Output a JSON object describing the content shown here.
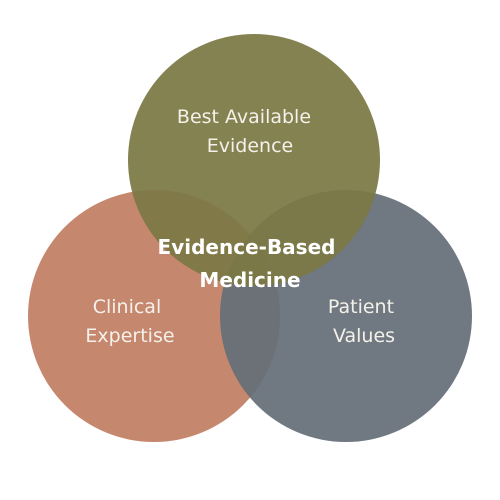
{
  "diagram": {
    "circles": [
      {
        "id": "evidence",
        "lines": [
          "Best Available",
          "Evidence"
        ],
        "color": "#7c7945"
      },
      {
        "id": "clinical",
        "lines": [
          "Clinical",
          "Expertise"
        ],
        "color": "#c27f66"
      },
      {
        "id": "patient",
        "lines": [
          "Patient",
          "Values"
        ],
        "color": "#656e77"
      }
    ],
    "center": {
      "lines": [
        "Evidence-Based",
        "Medicine"
      ]
    }
  }
}
